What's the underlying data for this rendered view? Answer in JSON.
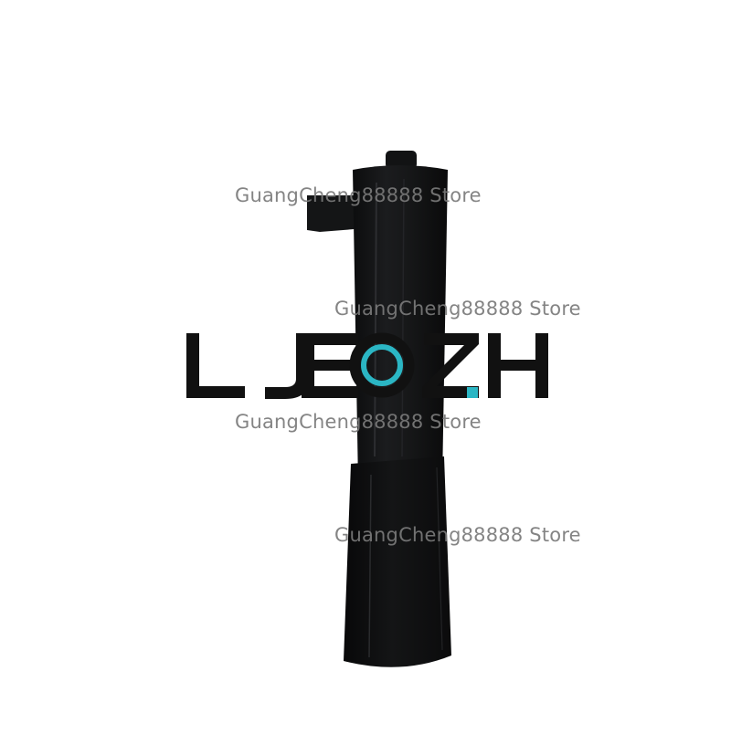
{
  "logo": {
    "text": "LJEOZH",
    "accent_color": "#2bb6c4",
    "letter_color": "#111111"
  },
  "watermarks": [
    "GuangCheng88888 Store",
    "GuangCheng88888 Store",
    "GuangCheng88888 Store",
    "GuangCheng88888 Store"
  ],
  "product": {
    "body_color": "#141516"
  }
}
